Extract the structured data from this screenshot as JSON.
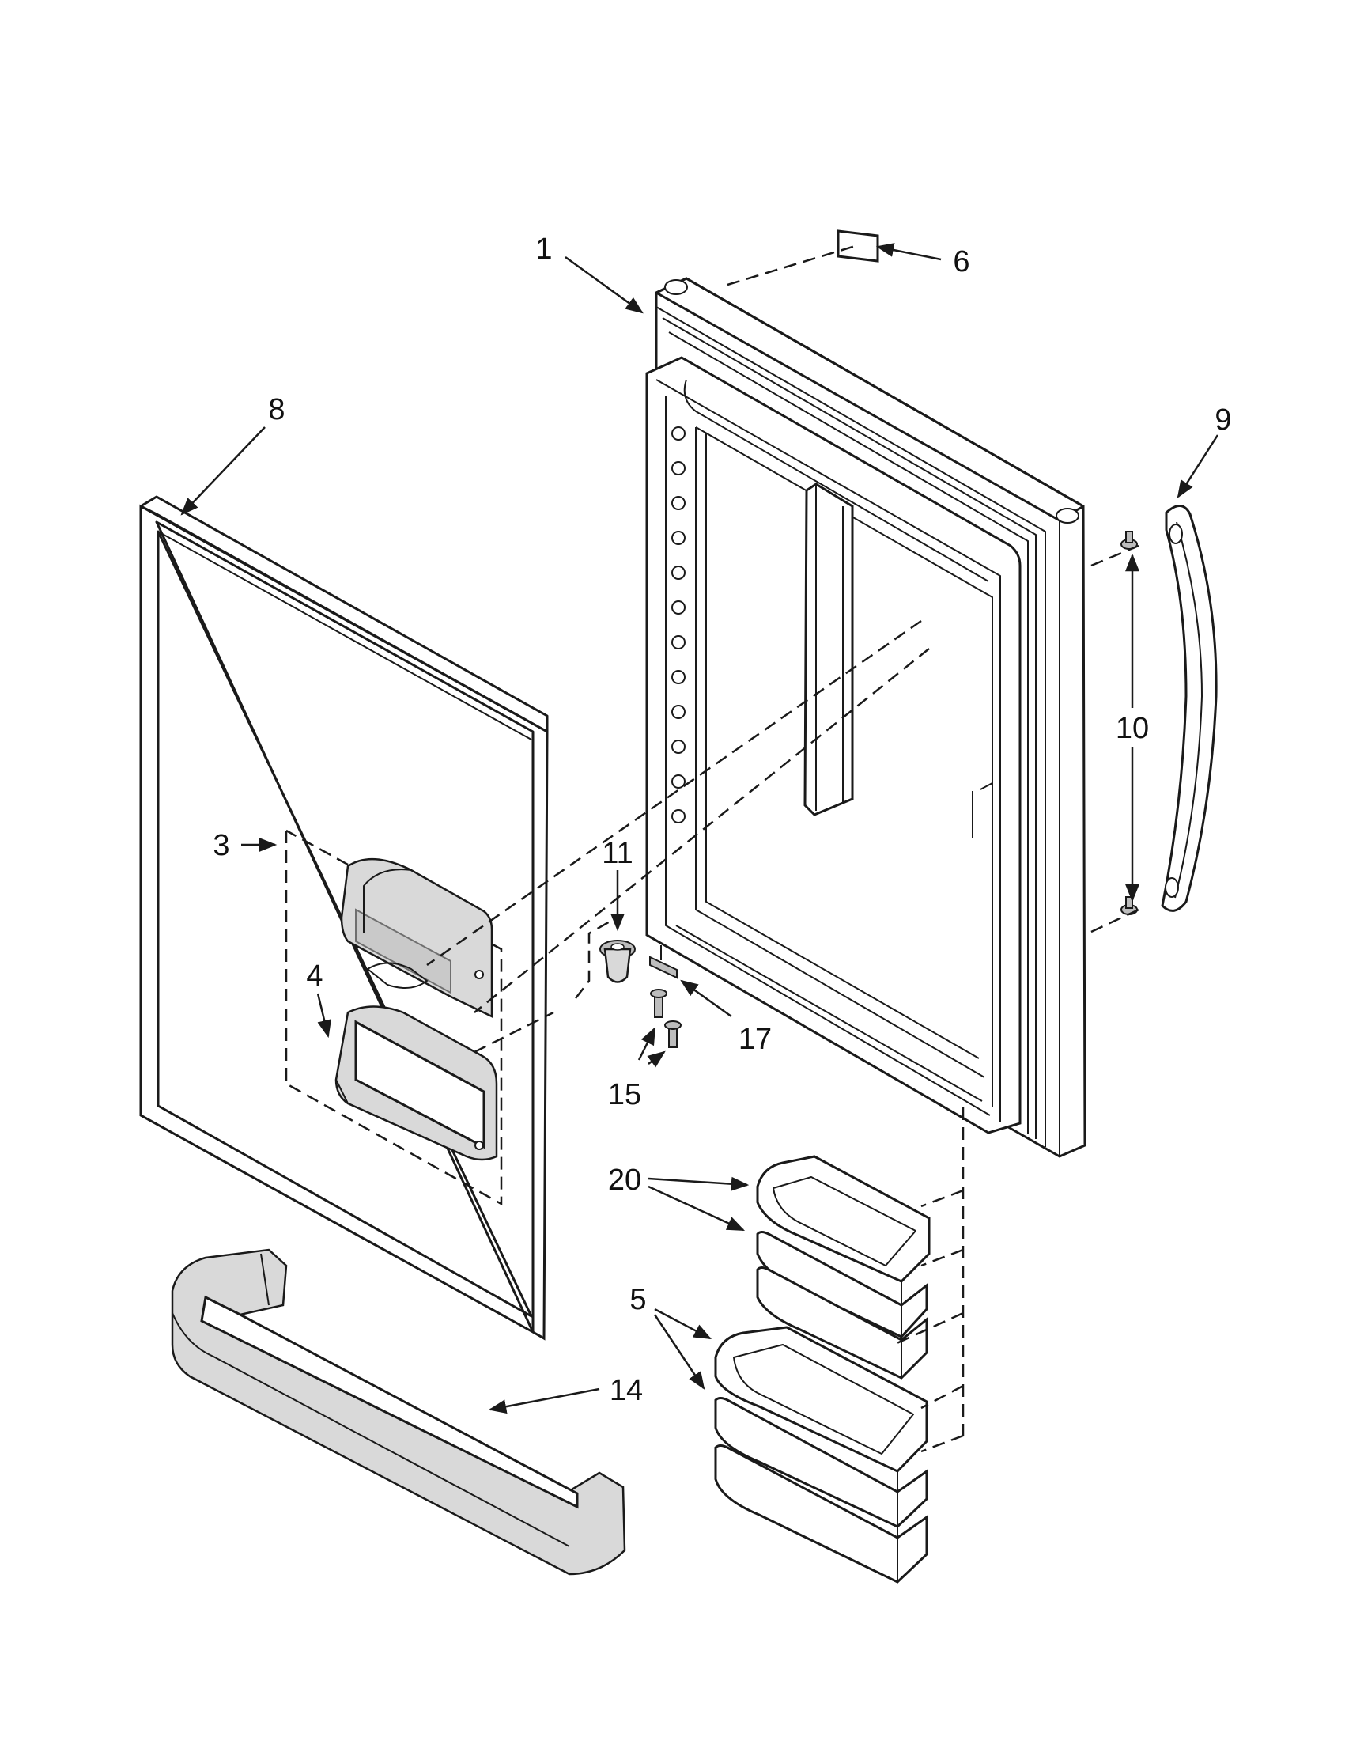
{
  "callouts": [
    {
      "id": "1",
      "label": "1"
    },
    {
      "id": "3",
      "label": "3"
    },
    {
      "id": "4",
      "label": "4"
    },
    {
      "id": "5",
      "label": "5"
    },
    {
      "id": "6",
      "label": "6"
    },
    {
      "id": "8",
      "label": "8"
    },
    {
      "id": "9",
      "label": "9"
    },
    {
      "id": "10",
      "label": "10"
    },
    {
      "id": "11",
      "label": "11"
    },
    {
      "id": "14",
      "label": "14"
    },
    {
      "id": "15",
      "label": "15"
    },
    {
      "id": "17",
      "label": "17"
    },
    {
      "id": "20",
      "label": "20"
    }
  ]
}
